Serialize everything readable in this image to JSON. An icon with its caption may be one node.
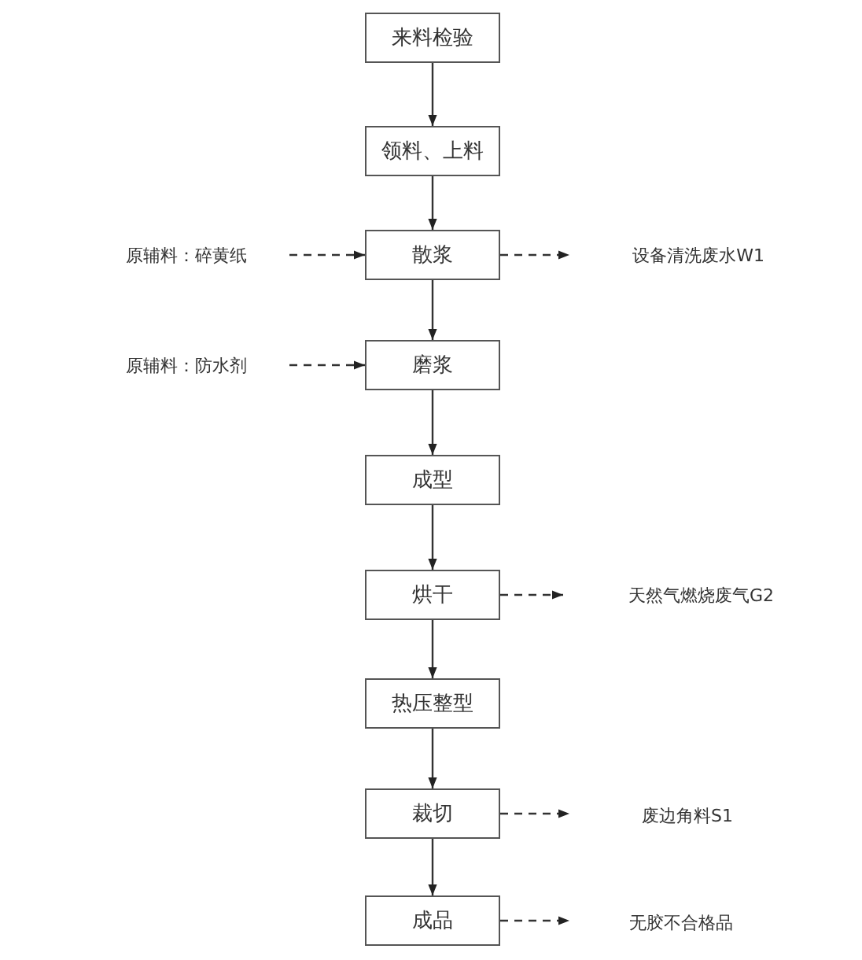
{
  "diagram": {
    "nodes": [
      {
        "text": [
          "来料检验"
        ]
      },
      {
        "text": [
          "领料、上料"
        ]
      },
      {
        "text": [
          "原辅料：碎黄纸"
        ]
      },
      {
        "text": [
          "散浆"
        ]
      },
      {
        "text": [
          "设备清洗废水W1"
        ]
      },
      {
        "text": [
          "原辅料：防水剂"
        ]
      },
      {
        "text": [
          "磨浆"
        ]
      },
      {
        "text": [
          "成型"
        ]
      },
      {
        "text": [
          "烘干"
        ]
      },
      {
        "text": [
          "天然气燃烧废气G2"
        ]
      },
      {
        "text": [
          "热压整型"
        ]
      },
      {
        "text": [
          "裁切"
        ]
      },
      {
        "text": [
          "废边角料S1"
        ]
      },
      {
        "text": [
          "成品"
        ]
      },
      {
        "text": [
          "无胶不合格品"
        ]
      }
    ],
    "edges": [
      {
        "from": 0,
        "to": 1,
        "arrow": "to"
      },
      {
        "from": 1,
        "to": 3,
        "arrow": "to"
      },
      {
        "from": 2,
        "to": 3,
        "arrow": "to",
        "style": "dashed"
      },
      {
        "from": 3,
        "to": 4,
        "arrow": "to",
        "style": "dashed"
      },
      {
        "from": 3,
        "to": 6,
        "arrow": "to"
      },
      {
        "from": 5,
        "to": 6,
        "arrow": "to",
        "style": "dashed"
      },
      {
        "from": 6,
        "to": 7,
        "arrow": "to"
      },
      {
        "from": 7,
        "to": 8,
        "arrow": "to"
      },
      {
        "from": 8,
        "to": 9,
        "arrow": "to",
        "style": "dashed"
      },
      {
        "from": 8,
        "to": 10,
        "arrow": "to"
      },
      {
        "from": 10,
        "to": 11,
        "arrow": "to"
      },
      {
        "from": 11,
        "to": 12,
        "arrow": "to",
        "style": "dashed"
      },
      {
        "from": 11,
        "to": 13,
        "arrow": "to"
      },
      {
        "from": 13,
        "to": 14,
        "arrow": "to",
        "style": "dashed"
      }
    ]
  }
}
